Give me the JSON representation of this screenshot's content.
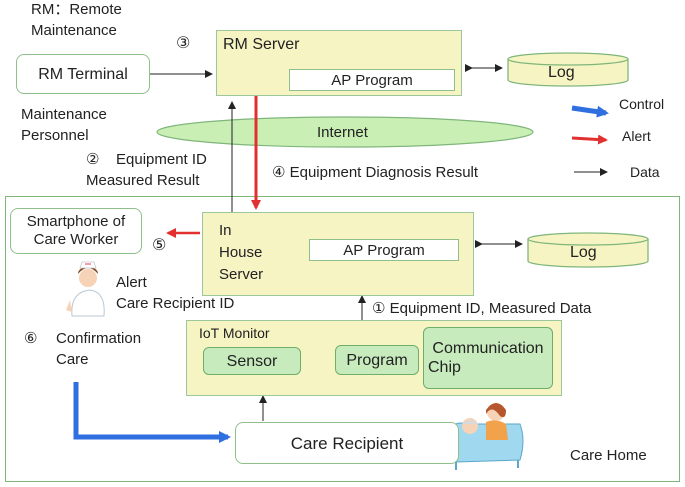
{
  "legend_abbrev": {
    "line1": "RM：Remote",
    "line2": "Maintenance"
  },
  "rm_terminal": "RM Terminal",
  "maintenance_personnel": {
    "line1": "Maintenance",
    "line2": "Personnel"
  },
  "rm_server": {
    "title": "RM Server",
    "ap_program": "AP Program",
    "log": "Log"
  },
  "internet": "Internet",
  "legend": {
    "control": "Control",
    "alert": "Alert",
    "data": "Data"
  },
  "steps": {
    "s1": "① Equipment ID, Measured Data",
    "s2_num": "②",
    "s2_line1": "Equipment ID",
    "s2_line2": "Measured Result",
    "s3": "③",
    "s4": "④  Equipment Diagnosis Result",
    "s5": "⑤",
    "s6_num": "⑥",
    "s6_line1": "Confirmation",
    "s6_line2": "Care"
  },
  "smartphone": {
    "line1": "Smartphone of",
    "line2": "Care Worker"
  },
  "in_house_server": {
    "line1": "In",
    "line2": "House",
    "line3": "Server",
    "ap_program": "AP Program",
    "log": "Log"
  },
  "alert_note": {
    "line1": "Alert",
    "line2": "Care Recipient  ID"
  },
  "iot_monitor": {
    "title": "IoT Monitor",
    "sensor": "Sensor",
    "program": "Program",
    "comm_line1": "Communication",
    "comm_line2": "Chip"
  },
  "care_recipient": "Care Recipient",
  "care_home": "Care Home",
  "colors": {
    "control": "#2f6fe0",
    "alert": "#e23030",
    "frame": "#7fb67a",
    "server_fill": "#f7f4c4",
    "module_fill": "#c7ebbd",
    "internet_fill": "#c9efb5"
  }
}
